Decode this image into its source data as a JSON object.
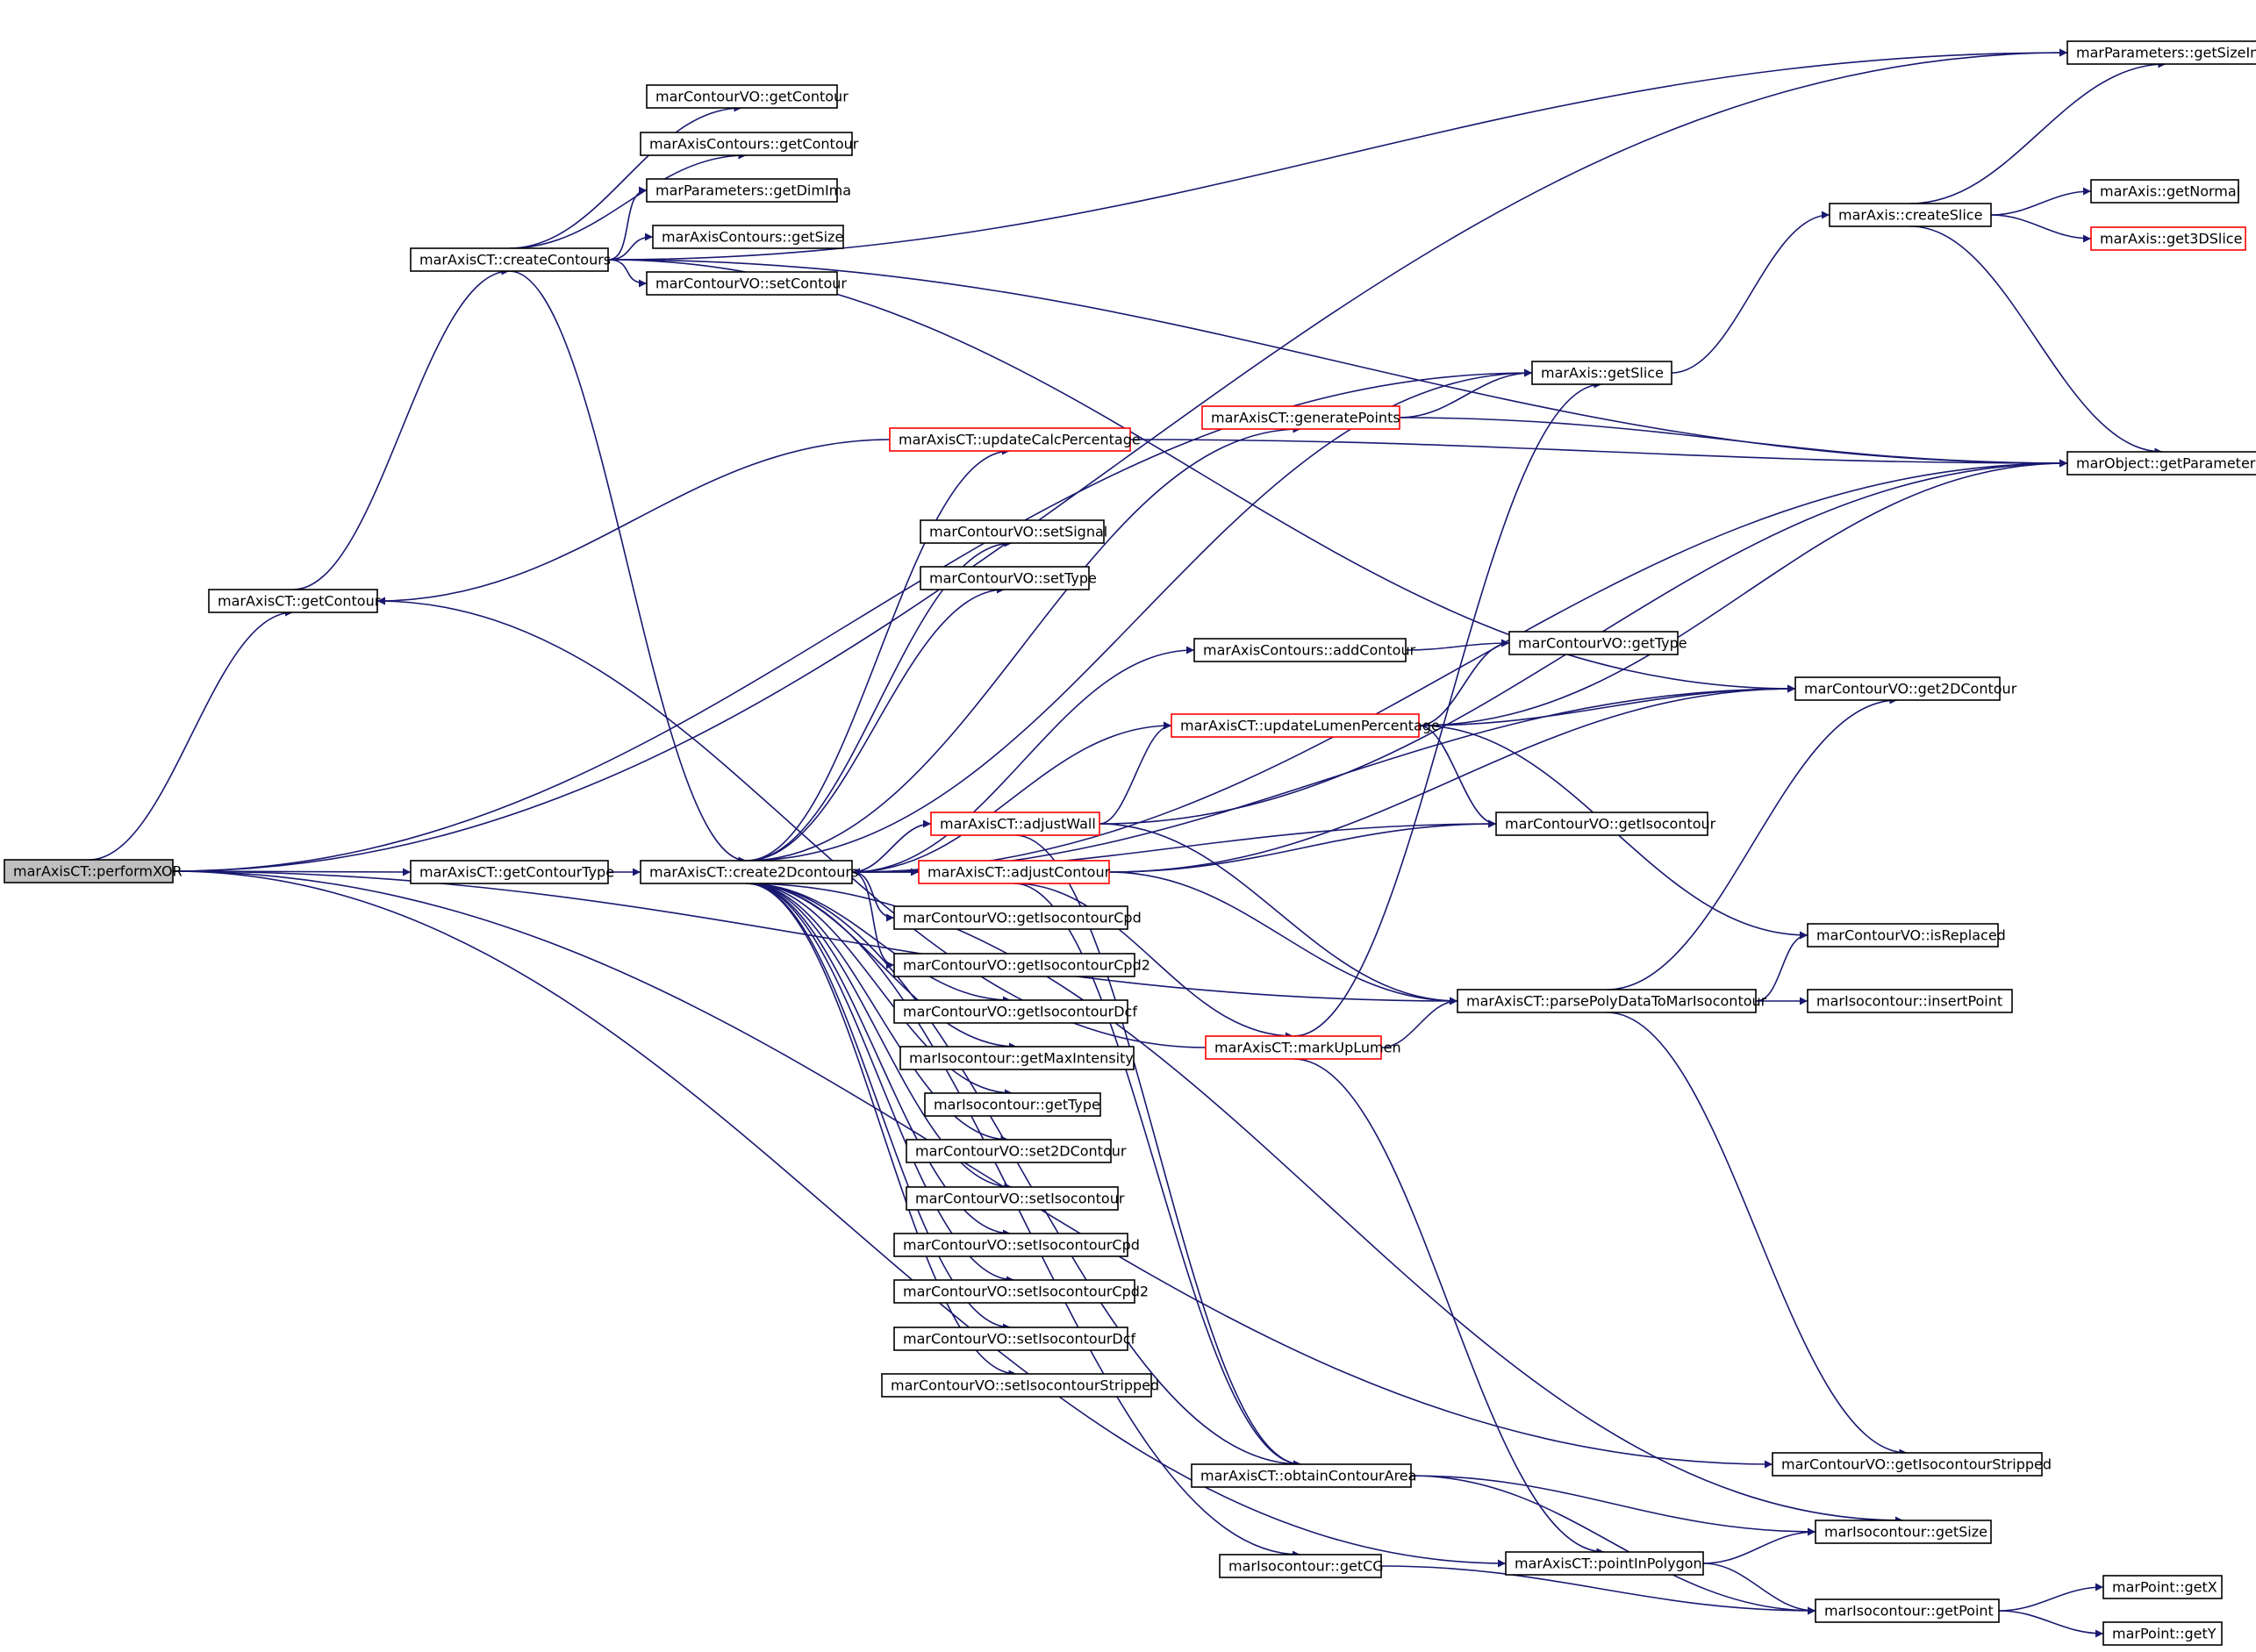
{
  "colors": {
    "edge": "#191970",
    "node_border": "#000000",
    "truncated_node_border": "#ff0000",
    "root_fill": "#bfbfbf"
  },
  "nodes": [
    {
      "id": "performXOR",
      "label": "marAxisCT::performXOR",
      "root": true
    },
    {
      "id": "getContour",
      "label": "marAxisCT::getContour"
    },
    {
      "id": "createContours",
      "label": "marAxisCT::createContours"
    },
    {
      "id": "getContourType",
      "label": "marAxisCT::getContourType"
    },
    {
      "id": "create2Dcontours",
      "label": "marAxisCT::create2Dcontours"
    },
    {
      "id": "cvo_getContour",
      "label": "marContourVO::getContour"
    },
    {
      "id": "mac_getContour",
      "label": "marAxisContours::getContour"
    },
    {
      "id": "getDimIma",
      "label": "marParameters::getDimIma"
    },
    {
      "id": "mac_getSize",
      "label": "marAxisContours::getSize"
    },
    {
      "id": "setContour",
      "label": "marContourVO::setContour"
    },
    {
      "id": "getSizeIma",
      "label": "marParameters::getSizeIma"
    },
    {
      "id": "updateCalcPercentage",
      "label": "marAxisCT::updateCalcPercentage",
      "truncated": true
    },
    {
      "id": "generatePoints",
      "label": "marAxisCT::generatePoints",
      "truncated": true
    },
    {
      "id": "getSlice",
      "label": "marAxis::getSlice"
    },
    {
      "id": "createSlice",
      "label": "marAxis::createSlice"
    },
    {
      "id": "getNormal",
      "label": "marAxis::getNormal"
    },
    {
      "id": "get3DSlice",
      "label": "marAxis::get3DSlice",
      "truncated": true
    },
    {
      "id": "getParameters",
      "label": "marObject::getParameters"
    },
    {
      "id": "setSignal",
      "label": "marContourVO::setSignal"
    },
    {
      "id": "setType",
      "label": "marContourVO::setType"
    },
    {
      "id": "addContour",
      "label": "marAxisContours::addContour"
    },
    {
      "id": "cvo_getType",
      "label": "marContourVO::getType"
    },
    {
      "id": "get2DContour",
      "label": "marContourVO::get2DContour"
    },
    {
      "id": "updateLumenPercentage",
      "label": "marAxisCT::updateLumenPercentage",
      "truncated": true
    },
    {
      "id": "adjustWall",
      "label": "marAxisCT::adjustWall",
      "truncated": true
    },
    {
      "id": "adjustContour",
      "label": "marAxisCT::adjustContour",
      "truncated": true
    },
    {
      "id": "getIsocontour",
      "label": "marContourVO::getIsocontour"
    },
    {
      "id": "isReplaced",
      "label": "marContourVO::isReplaced"
    },
    {
      "id": "getIsocontourCpd",
      "label": "marContourVO::getIsocontourCpd"
    },
    {
      "id": "getIsocontourCpd2",
      "label": "marContourVO::getIsocontourCpd2"
    },
    {
      "id": "getIsocontourDcf",
      "label": "marContourVO::getIsocontourDcf"
    },
    {
      "id": "getMaxIntensity",
      "label": "marIsocontour::getMaxIntensity"
    },
    {
      "id": "iso_getType",
      "label": "marIsocontour::getType"
    },
    {
      "id": "set2DContour",
      "label": "marContourVO::set2DContour"
    },
    {
      "id": "setIsocontour",
      "label": "marContourVO::setIsocontour"
    },
    {
      "id": "setIsocontourCpd",
      "label": "marContourVO::setIsocontourCpd"
    },
    {
      "id": "setIsocontourCpd2",
      "label": "marContourVO::setIsocontourCpd2"
    },
    {
      "id": "setIsocontourDcf",
      "label": "marContourVO::setIsocontourDcf"
    },
    {
      "id": "setIsocontourStripped",
      "label": "marContourVO::setIsocontourStripped"
    },
    {
      "id": "parsePolyData",
      "label": "marAxisCT::parsePolyDataToMarIsocontour"
    },
    {
      "id": "insertPoint",
      "label": "marIsocontour::insertPoint"
    },
    {
      "id": "markUpLumen",
      "label": "marAxisCT::markUpLumen",
      "truncated": true
    },
    {
      "id": "obtainContourArea",
      "label": "marAxisCT::obtainContourArea"
    },
    {
      "id": "getIsocontourStripped",
      "label": "marContourVO::getIsocontourStripped"
    },
    {
      "id": "iso_getSize",
      "label": "marIsocontour::getSize"
    },
    {
      "id": "getCG",
      "label": "marIsocontour::getCG"
    },
    {
      "id": "pointInPolygon",
      "label": "marAxisCT::pointInPolygon"
    },
    {
      "id": "getPoint",
      "label": "marIsocontour::getPoint"
    },
    {
      "id": "getX",
      "label": "marPoint::getX"
    },
    {
      "id": "getY",
      "label": "marPoint::getY"
    }
  ],
  "edges": [
    [
      "performXOR",
      "getContour"
    ],
    [
      "performXOR",
      "getSizeIma"
    ],
    [
      "performXOR",
      "getContourType"
    ],
    [
      "performXOR",
      "getSlice"
    ],
    [
      "performXOR",
      "parsePolyData"
    ],
    [
      "performXOR",
      "getIsocontourStripped"
    ],
    [
      "performXOR",
      "pointInPolygon"
    ],
    [
      "getContour",
      "createContours"
    ],
    [
      "createContours",
      "cvo_getContour"
    ],
    [
      "createContours",
      "mac_getContour"
    ],
    [
      "createContours",
      "getDimIma"
    ],
    [
      "createContours",
      "mac_getSize"
    ],
    [
      "createContours",
      "setContour"
    ],
    [
      "createContours",
      "getSizeIma"
    ],
    [
      "createContours",
      "getParameters"
    ],
    [
      "createContours",
      "get2DContour"
    ],
    [
      "createContours",
      "create2Dcontours"
    ],
    [
      "getContourType",
      "create2Dcontours"
    ],
    [
      "create2Dcontours",
      "getSlice"
    ],
    [
      "create2Dcontours",
      "updateCalcPercentage"
    ],
    [
      "create2Dcontours",
      "generatePoints"
    ],
    [
      "create2Dcontours",
      "setSignal"
    ],
    [
      "create2Dcontours",
      "setType"
    ],
    [
      "create2Dcontours",
      "get2DContour"
    ],
    [
      "create2Dcontours",
      "addContour"
    ],
    [
      "create2Dcontours",
      "updateLumenPercentage"
    ],
    [
      "create2Dcontours",
      "getIsocontour"
    ],
    [
      "create2Dcontours",
      "adjustWall"
    ],
    [
      "create2Dcontours",
      "adjustContour"
    ],
    [
      "create2Dcontours",
      "getParameters"
    ],
    [
      "create2Dcontours",
      "getIsocontourCpd"
    ],
    [
      "create2Dcontours",
      "getIsocontourCpd2"
    ],
    [
      "create2Dcontours",
      "getIsocontourDcf"
    ],
    [
      "create2Dcontours",
      "getMaxIntensity"
    ],
    [
      "create2Dcontours",
      "iso_getType"
    ],
    [
      "create2Dcontours",
      "set2DContour"
    ],
    [
      "create2Dcontours",
      "setIsocontour"
    ],
    [
      "create2Dcontours",
      "setIsocontourCpd"
    ],
    [
      "create2Dcontours",
      "setIsocontourCpd2"
    ],
    [
      "create2Dcontours",
      "setIsocontourDcf"
    ],
    [
      "create2Dcontours",
      "setIsocontourStripped"
    ],
    [
      "create2Dcontours",
      "obtainContourArea"
    ],
    [
      "create2Dcontours",
      "getCG"
    ],
    [
      "create2Dcontours",
      "iso_getSize"
    ],
    [
      "updateCalcPercentage",
      "getContour"
    ],
    [
      "updateCalcPercentage",
      "getParameters"
    ],
    [
      "generatePoints",
      "getSlice"
    ],
    [
      "generatePoints",
      "getParameters"
    ],
    [
      "getSlice",
      "createSlice"
    ],
    [
      "createSlice",
      "getSizeIma"
    ],
    [
      "createSlice",
      "getNormal"
    ],
    [
      "createSlice",
      "get3DSlice"
    ],
    [
      "createSlice",
      "getParameters"
    ],
    [
      "addContour",
      "cvo_getType"
    ],
    [
      "updateLumenPercentage",
      "cvo_getType"
    ],
    [
      "updateLumenPercentage",
      "get2DContour"
    ],
    [
      "updateLumenPercentage",
      "getParameters"
    ],
    [
      "updateLumenPercentage",
      "getIsocontour"
    ],
    [
      "updateLumenPercentage",
      "isReplaced"
    ],
    [
      "adjustWall",
      "updateLumenPercentage"
    ],
    [
      "adjustWall",
      "create2Dcontours"
    ],
    [
      "adjustWall",
      "getParameters"
    ],
    [
      "adjustWall",
      "parsePolyData"
    ],
    [
      "adjustWall",
      "obtainContourArea"
    ],
    [
      "adjustContour",
      "create2Dcontours"
    ],
    [
      "adjustContour",
      "getIsocontour"
    ],
    [
      "adjustContour",
      "get2DContour"
    ],
    [
      "adjustContour",
      "parsePolyData"
    ],
    [
      "adjustContour",
      "markUpLumen"
    ],
    [
      "adjustContour",
      "obtainContourArea"
    ],
    [
      "parsePolyData",
      "isReplaced"
    ],
    [
      "parsePolyData",
      "get2DContour"
    ],
    [
      "parsePolyData",
      "insertPoint"
    ],
    [
      "parsePolyData",
      "getIsocontourStripped"
    ],
    [
      "markUpLumen",
      "parsePolyData"
    ],
    [
      "markUpLumen",
      "getSlice"
    ],
    [
      "markUpLumen",
      "pointInPolygon"
    ],
    [
      "markUpLumen",
      "getContour"
    ],
    [
      "obtainContourArea",
      "iso_getSize"
    ],
    [
      "obtainContourArea",
      "getPoint"
    ],
    [
      "pointInPolygon",
      "iso_getSize"
    ],
    [
      "pointInPolygon",
      "getPoint"
    ],
    [
      "getCG",
      "getPoint"
    ],
    [
      "getPoint",
      "getX"
    ],
    [
      "getPoint",
      "getY"
    ]
  ]
}
